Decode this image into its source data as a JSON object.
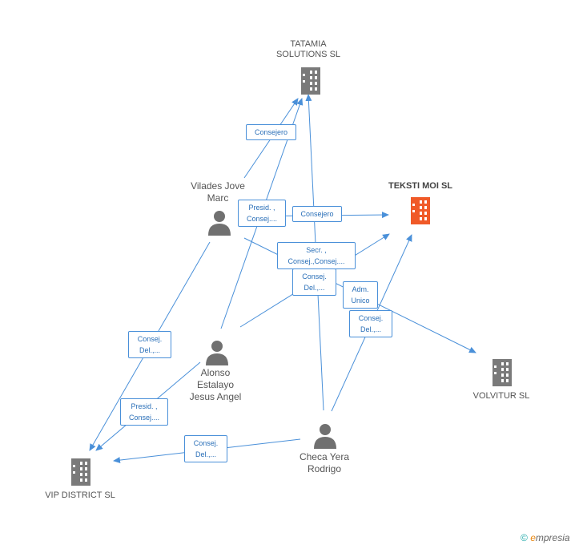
{
  "nodes": {
    "tatamia": "TATAMIA\nSOLUTIONS SL",
    "teksti": "TEKSTI MOI SL",
    "volvitur": "VOLVITUR SL",
    "vip": "VIP DISTRICT SL",
    "vilades": "Vilades Jove\nMarc",
    "alonso": "Alonso\nEstalayo\nJesus Angel",
    "checa": "Checa Yera\nRodrigo"
  },
  "edge_labels": {
    "consejero_tatamia": "Consejero",
    "presid_consej_vilades": "Presid. ,\nConsej....",
    "consejero_teksti": "Consejero",
    "secr_consej": "Secr. ,\nConsej.,Consej....",
    "consej_del_mid": "Consej.\nDel.,...",
    "adm_unico": "Adm.\nUnico",
    "consej_del_checa_teksti": "Consej.\nDel.,...",
    "consej_del_vilades_vip": "Consej.\nDel.,...",
    "presid_consej_alonso_vip": "Presid. ,\nConsej....",
    "consej_del_checa_vip": "Consej.\nDel.,..."
  },
  "colors": {
    "edge": "#4a90d9",
    "company": "#7a7a7a",
    "main_company": "#f05a28",
    "person": "#707070"
  },
  "footer": {
    "copyright": "©",
    "brand_e": "e",
    "brand_rest": "mpresia"
  }
}
